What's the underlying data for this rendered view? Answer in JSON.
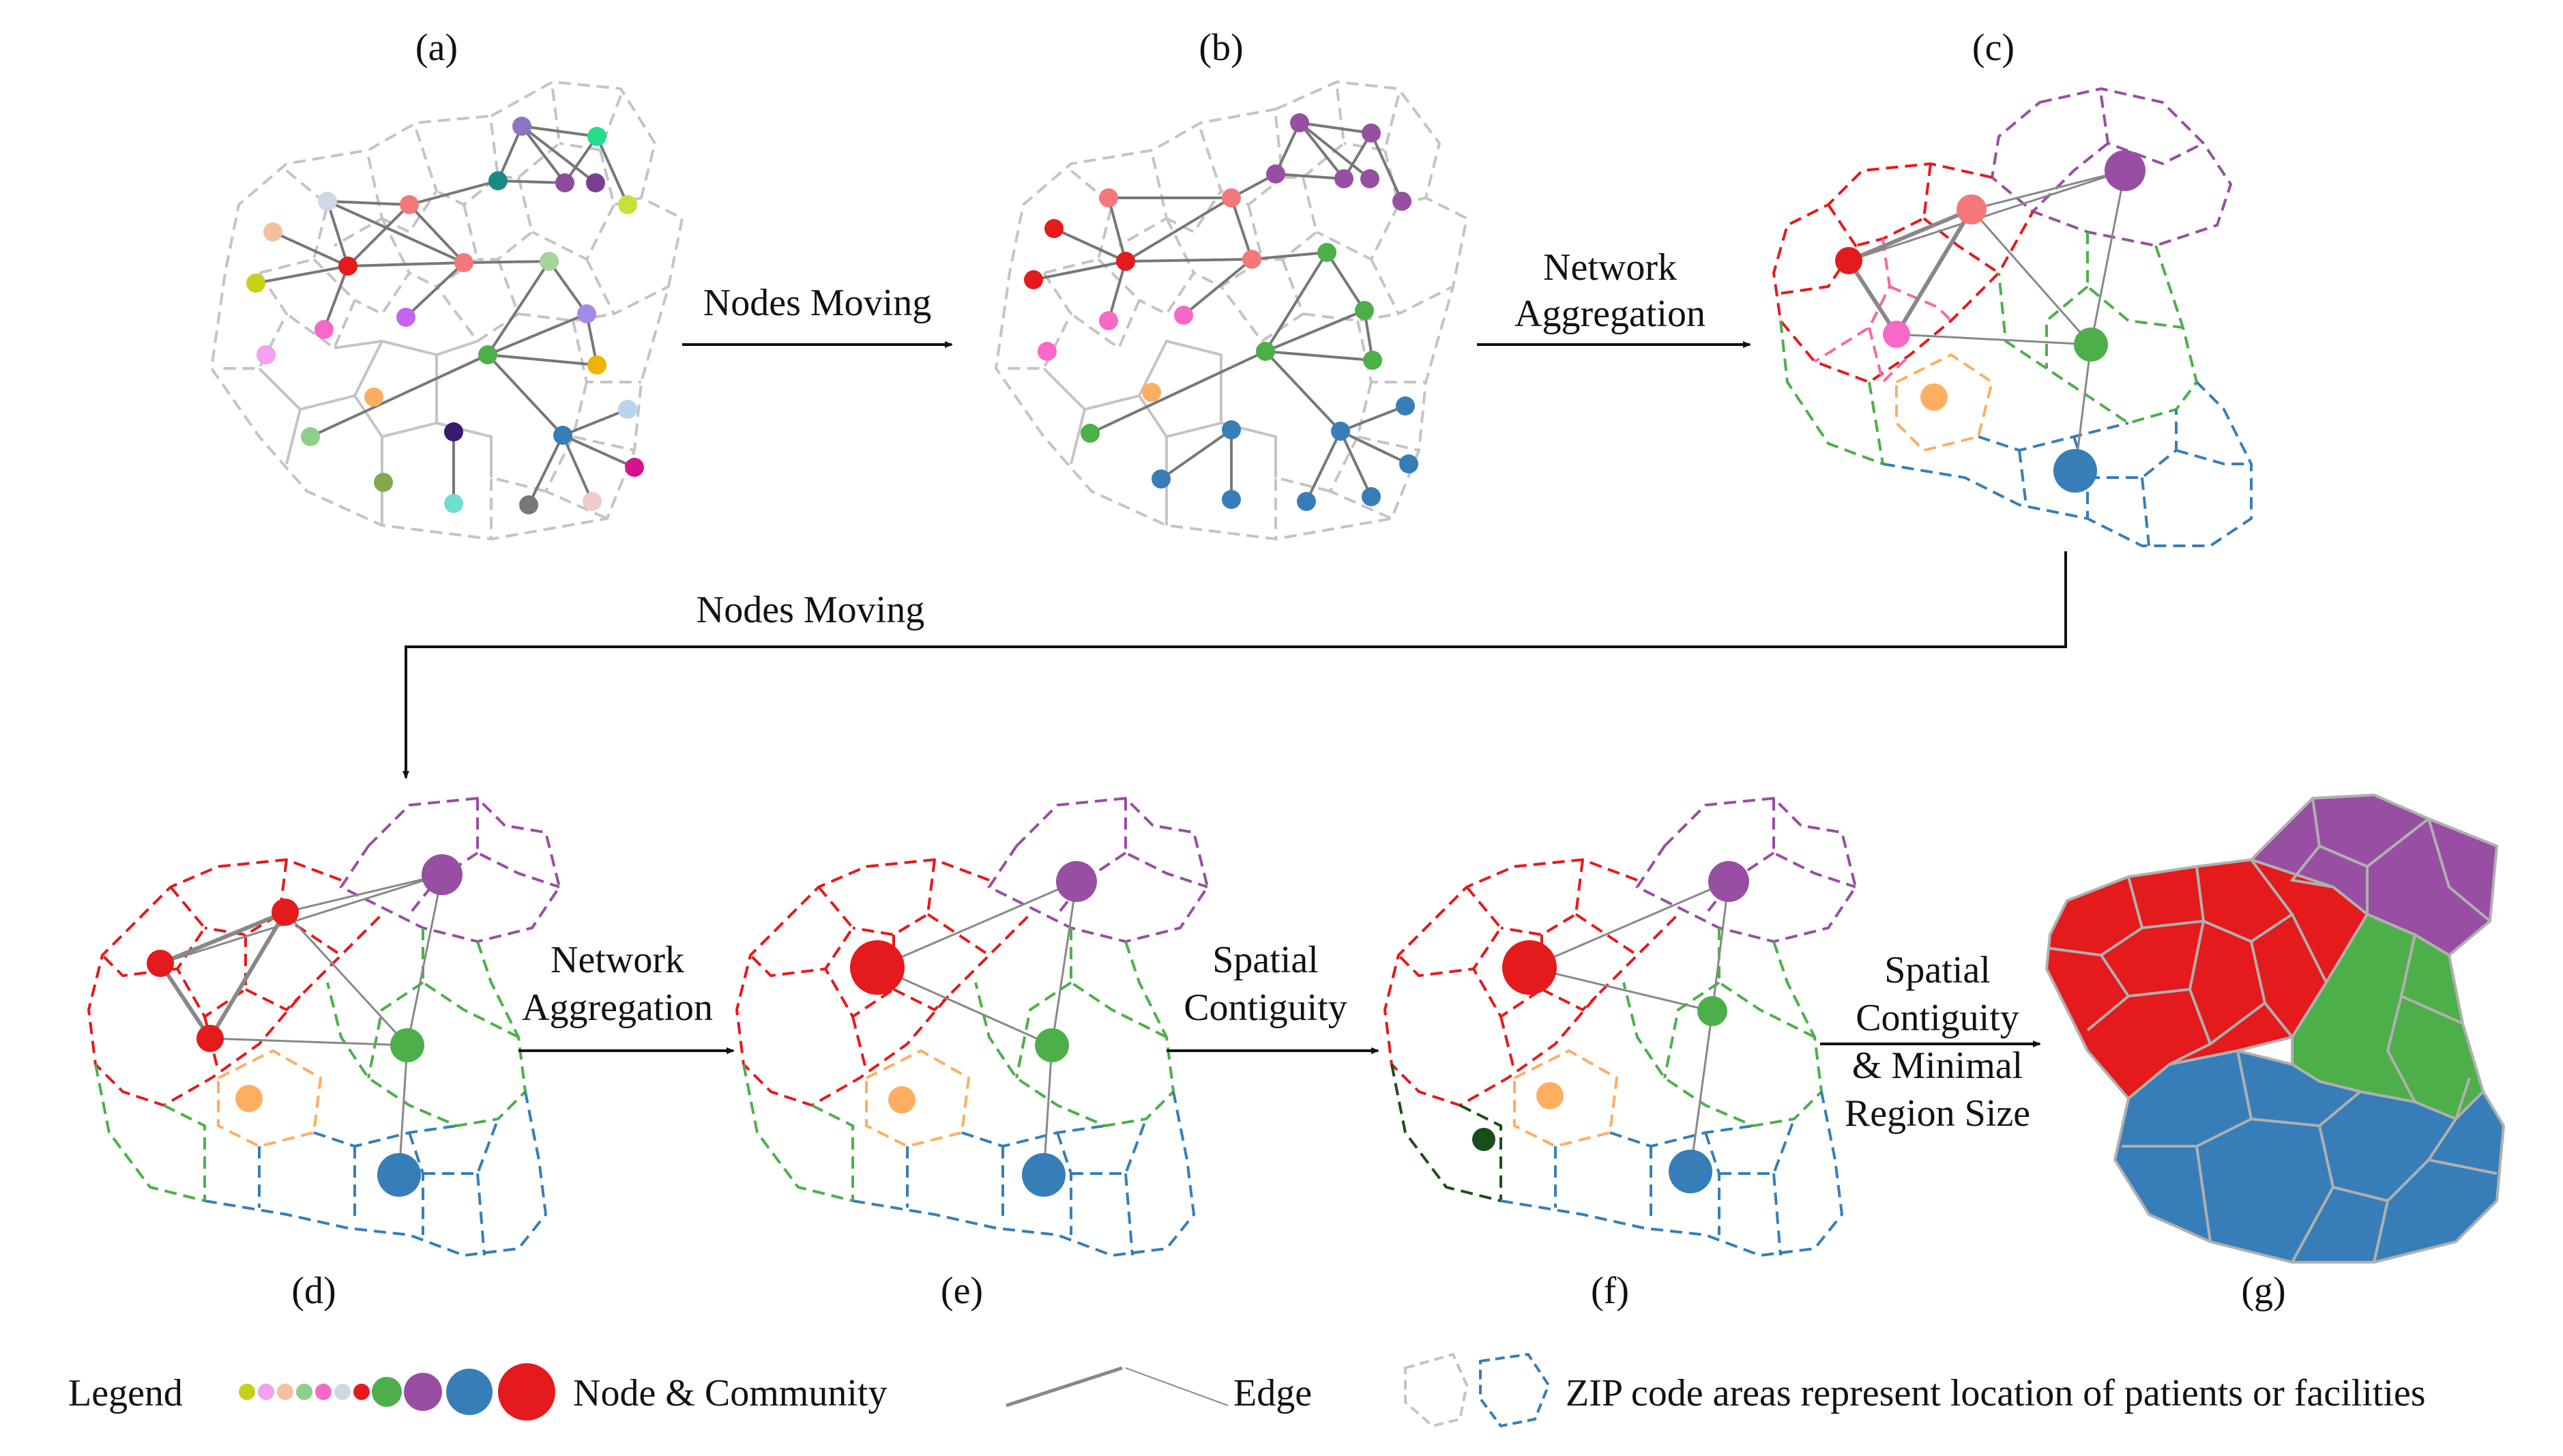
{
  "panels": {
    "a": "(a)",
    "b": "(b)",
    "c": "(c)",
    "d": "(d)",
    "e": "(e)",
    "f": "(f)",
    "g": "(g)"
  },
  "arrows": {
    "ab": [
      "Nodes Moving"
    ],
    "bc": [
      "Network",
      "Aggregation"
    ],
    "cd": [
      "Nodes Moving"
    ],
    "de": [
      "Network",
      "Aggregation"
    ],
    "ef": [
      "Spatial",
      "Contiguity"
    ],
    "fg": [
      "Spatial",
      "Contiguity",
      "& Minimal",
      "Region Size"
    ]
  },
  "legend": {
    "title": "Legend",
    "node_label": "Node & Community",
    "edge_label": "Edge",
    "zip_label": "ZIP code areas represent location of patients or facilities"
  },
  "colors": {
    "red": "#e41a1c",
    "purple": "#984ea3",
    "green": "#4daf4a",
    "blue": "#377eb8",
    "orange": "#fdae61",
    "pink": "#f768a1",
    "salmon": "#f4777a",
    "grey_border": "#c0c0c0",
    "edge": "#777777",
    "dark_green": "#1b4d1b"
  }
}
